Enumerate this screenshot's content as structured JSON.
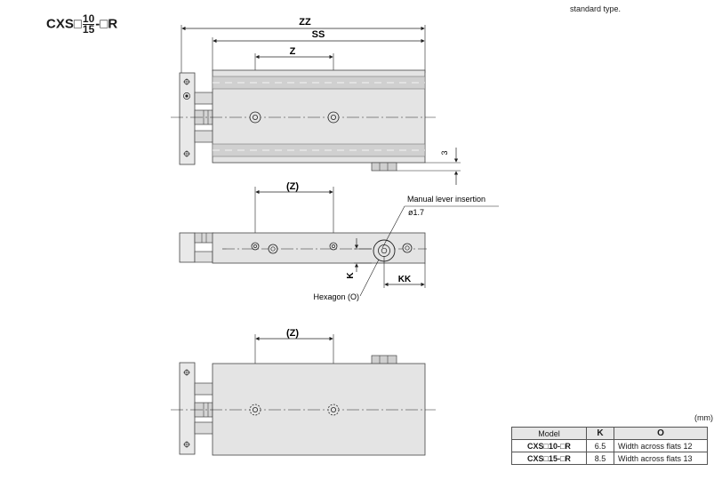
{
  "title": {
    "prefix": "CXS□",
    "frac_top": "10",
    "frac_bottom": "15",
    "suffix": "-□R"
  },
  "note_text": "standard type.",
  "dimensions": {
    "zz": "ZZ",
    "ss": "SS",
    "z": "Z",
    "three": "3",
    "z_paren_1": "(Z)",
    "z_paren_2": "(Z)",
    "k": "K",
    "kk": "KK"
  },
  "callouts": {
    "manual_lever": "Manual lever insertion",
    "diameter": "ø1.7",
    "hexagon": "Hexagon (O)"
  },
  "units": "(mm)",
  "spec_table": {
    "headers": [
      "Model",
      "K",
      "O"
    ],
    "rows": [
      {
        "model": "CXS□10-□R",
        "k": "6.5",
        "o": "Width across flats 12"
      },
      {
        "model": "CXS□15-□R",
        "k": "8.5",
        "o": "Width across flats 13"
      }
    ]
  }
}
